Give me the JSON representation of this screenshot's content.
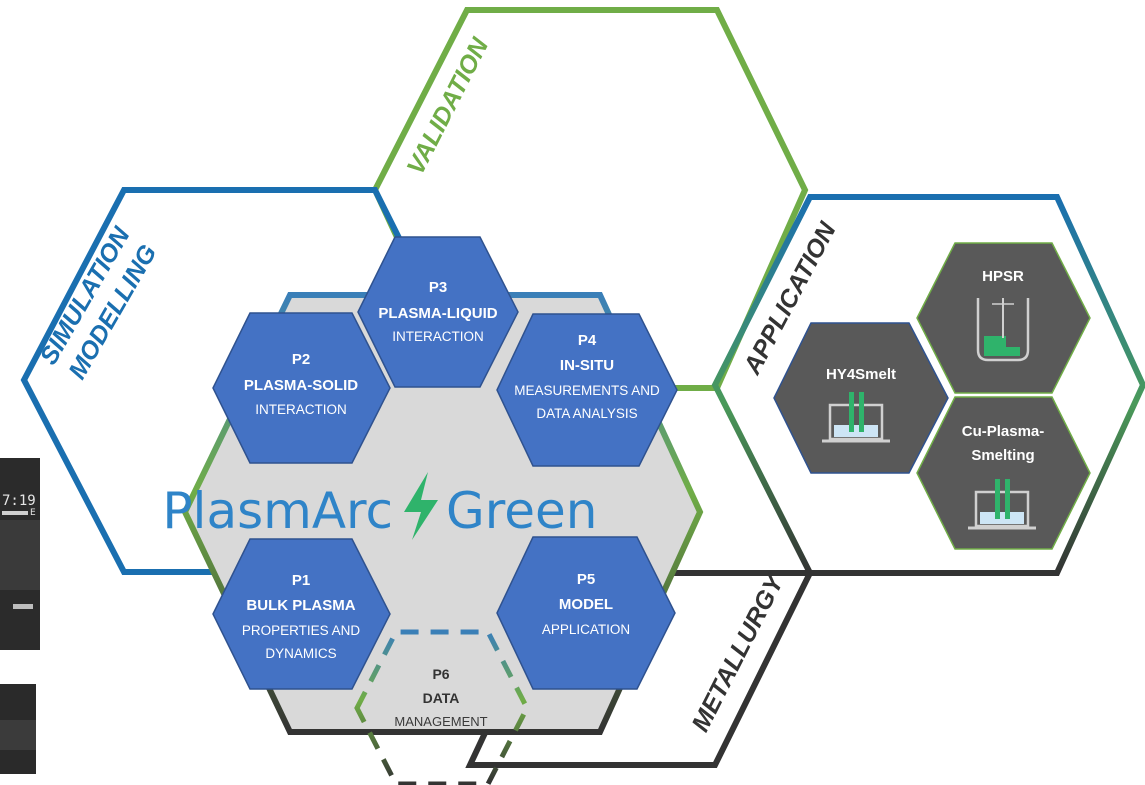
{
  "colors": {
    "blue_frame": "#1a6fb0",
    "green_frame": "#70ad47",
    "dark_frame": "#333333",
    "project_hex": "#4472c4",
    "center_fill": "#d9d9d9",
    "app_hex": "#595959",
    "accent_green": "#2fb36b",
    "logo_blue": "#2f84c8"
  },
  "frames": {
    "simulation_line1": "SIMULATION",
    "simulation_line2": "MODELLING",
    "validation": "VALIDATION",
    "application": "APPLICATION",
    "metallurgy": "METALLURGY"
  },
  "logo": {
    "left": "PlasmArc",
    "right": "Green",
    "bolt_icon": "lightning-bolt-icon"
  },
  "projects": [
    {
      "id": "P1",
      "title": "BULK PLASMA",
      "sub1": "PROPERTIES AND",
      "sub2": "DYNAMICS"
    },
    {
      "id": "P2",
      "title": "PLASMA-SOLID",
      "sub1": "INTERACTION"
    },
    {
      "id": "P3",
      "title": "PLASMA-LIQUID",
      "sub1": "INTERACTION"
    },
    {
      "id": "P4",
      "title": "IN-SITU",
      "sub1": "MEASUREMENTS AND",
      "sub2": "DATA ANALYSIS"
    },
    {
      "id": "P5",
      "title": "MODEL",
      "sub1": "APPLICATION"
    },
    {
      "id": "P6",
      "title": "DATA",
      "sub1": "MANAGEMENT"
    }
  ],
  "applications": {
    "hpsr": "HPSR",
    "hy4smelt": "HY4Smelt",
    "cu_line1": "Cu-Plasma-",
    "cu_line2": "Smelting",
    "icon": "furnace-icon"
  },
  "left_photo": {
    "clock_text": "7:19",
    "marker": "E"
  }
}
